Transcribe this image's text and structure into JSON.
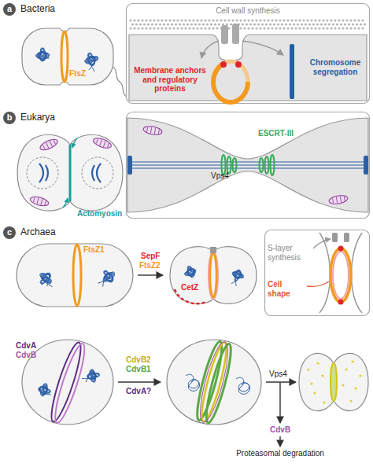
{
  "diagram": {
    "nodes": [
      {
        "text": [
          "a",
          "Bacteria"
        ]
      },
      {
        "text": [
          "FtsZ"
        ]
      },
      {
        "text": [
          "Cell wall synthesis",
          "Membrane anchors and regulatory proteins",
          "Chromosome segregation"
        ]
      },
      {
        "text": [
          "b",
          "Eukarya"
        ]
      },
      {
        "text": [
          "Actomyosin"
        ]
      },
      {
        "text": [
          "ESCRT-III",
          "Vps4"
        ]
      },
      {
        "text": [
          "c",
          "Archaea"
        ]
      },
      {
        "text": [
          "FtsZ1"
        ]
      },
      {
        "text": [
          "CetZ"
        ]
      },
      {
        "text": [
          "S-layer synthesis",
          "Cell shape"
        ]
      },
      {
        "text": [
          "CdvA",
          "CdvB"
        ]
      }
    ],
    "edges": [
      {
        "from": 7,
        "to": 8,
        "label": "SepF",
        "arrow": "to"
      }
    ],
    "labels": [
      "FtsZ2",
      "CdvB2",
      "CdvB1",
      "CdvA?",
      "Vps4",
      "CdvB",
      "Proteasomal degradation"
    ]
  }
}
